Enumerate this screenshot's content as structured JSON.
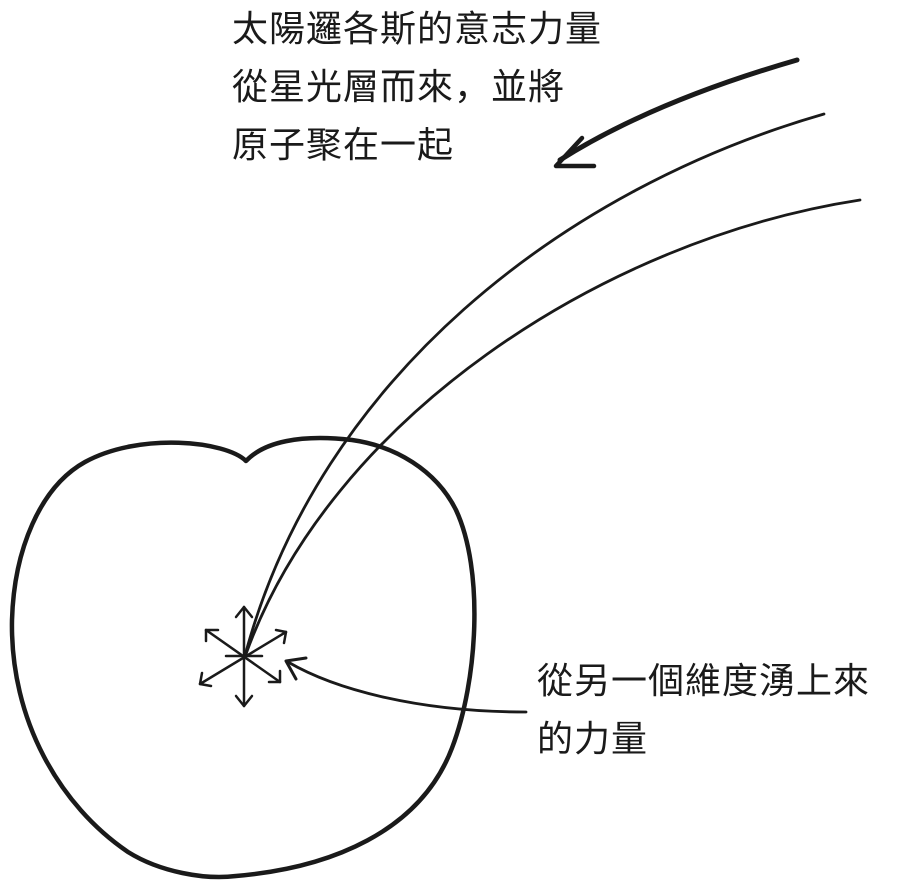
{
  "captions": {
    "top": {
      "lines": [
        "太陽邏各斯的意志力量",
        "從星光層而來，並將",
        "原子聚在一起"
      ]
    },
    "right": {
      "lines": [
        "從另一個維度湧上來",
        "的力量"
      ]
    }
  },
  "colors": {
    "ink": "#1a1a1a",
    "background": "#ffffff"
  }
}
